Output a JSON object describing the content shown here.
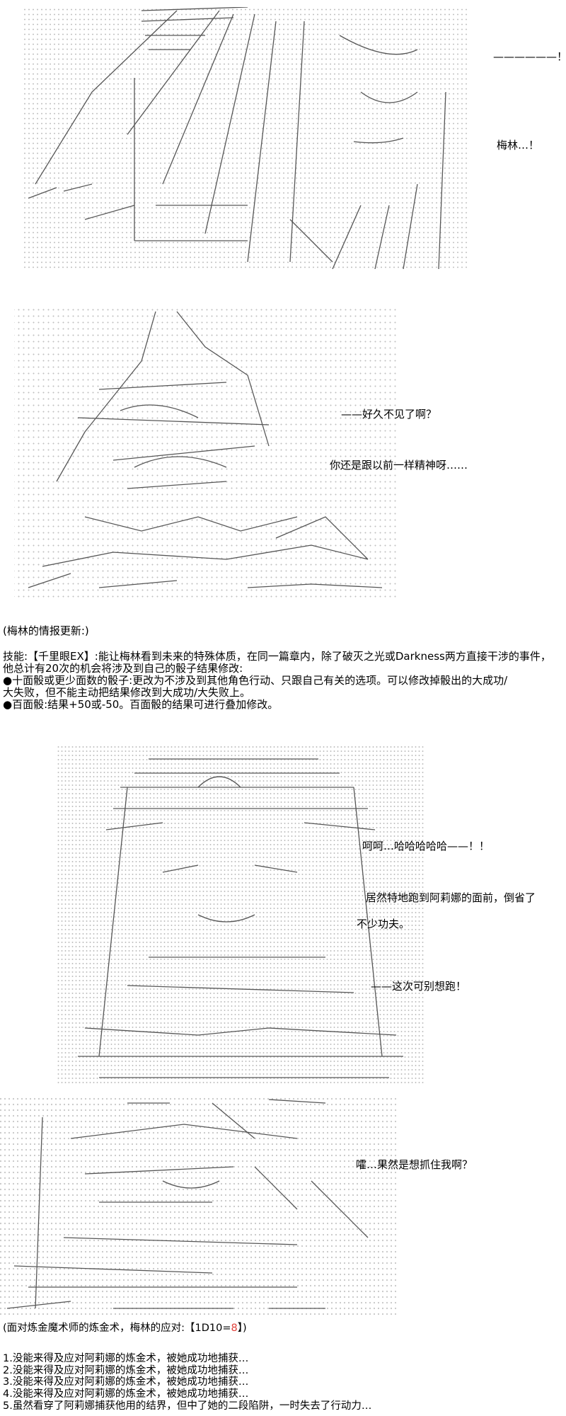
{
  "dialogue": {
    "scene1_shout": "——————！",
    "scene1_name": "梅林…！",
    "scene2_line1": "——好久不见了啊？",
    "scene2_line2": "你还是跟以前一样精神呀……",
    "scene3_line1": "呵呵…哈哈哈哈哈——！！",
    "scene3_line2": "居然特地跑到阿莉娜的面前，倒省了",
    "scene3_line3": "不少功夫。",
    "scene3_line4": "——这次可别想跑！",
    "scene4_line1": "嚯…果然是想抓住我啊？"
  },
  "info": {
    "header": "(梅林的情报更新:)",
    "lines": [
      "技能:【千里眼EX】:能让梅林看到未来的特殊体质，在同一篇章内，除了破灭之光或Darkness两方直接干涉的事件，",
      "他总计有20次的机会将涉及到自己的骰子结果修改:",
      "●十面骰或更少面数的骰子:更改为不涉及到其他角色行动、只跟自己有关的选项。可以修改掉骰出的大成功/",
      "大失败，但不能主动把结果修改到大成功/大失败上。",
      "●百面骰:结果+50或-50。百面骰的结果可进行叠加修改。"
    ]
  },
  "roll": {
    "prefix": "(面对炼金魔术师的炼金术，梅林的应对:【1D10=",
    "value": "8",
    "suffix": "】)",
    "value_color": "#e0403a",
    "options": [
      "1.没能来得及应对阿莉娜的炼金术，被她成功地捕获…",
      "2.没能来得及应对阿莉娜的炼金术，被她成功地捕获…",
      "3.没能来得及应对阿莉娜的炼金术，被她成功地捕获…",
      "4.没能来得及应对阿莉娜的炼金术，被她成功地捕获…",
      "5.虽然看穿了阿莉娜捕获他用的结界，但中了她的二段陷阱，一时失去了行动力…"
    ]
  }
}
